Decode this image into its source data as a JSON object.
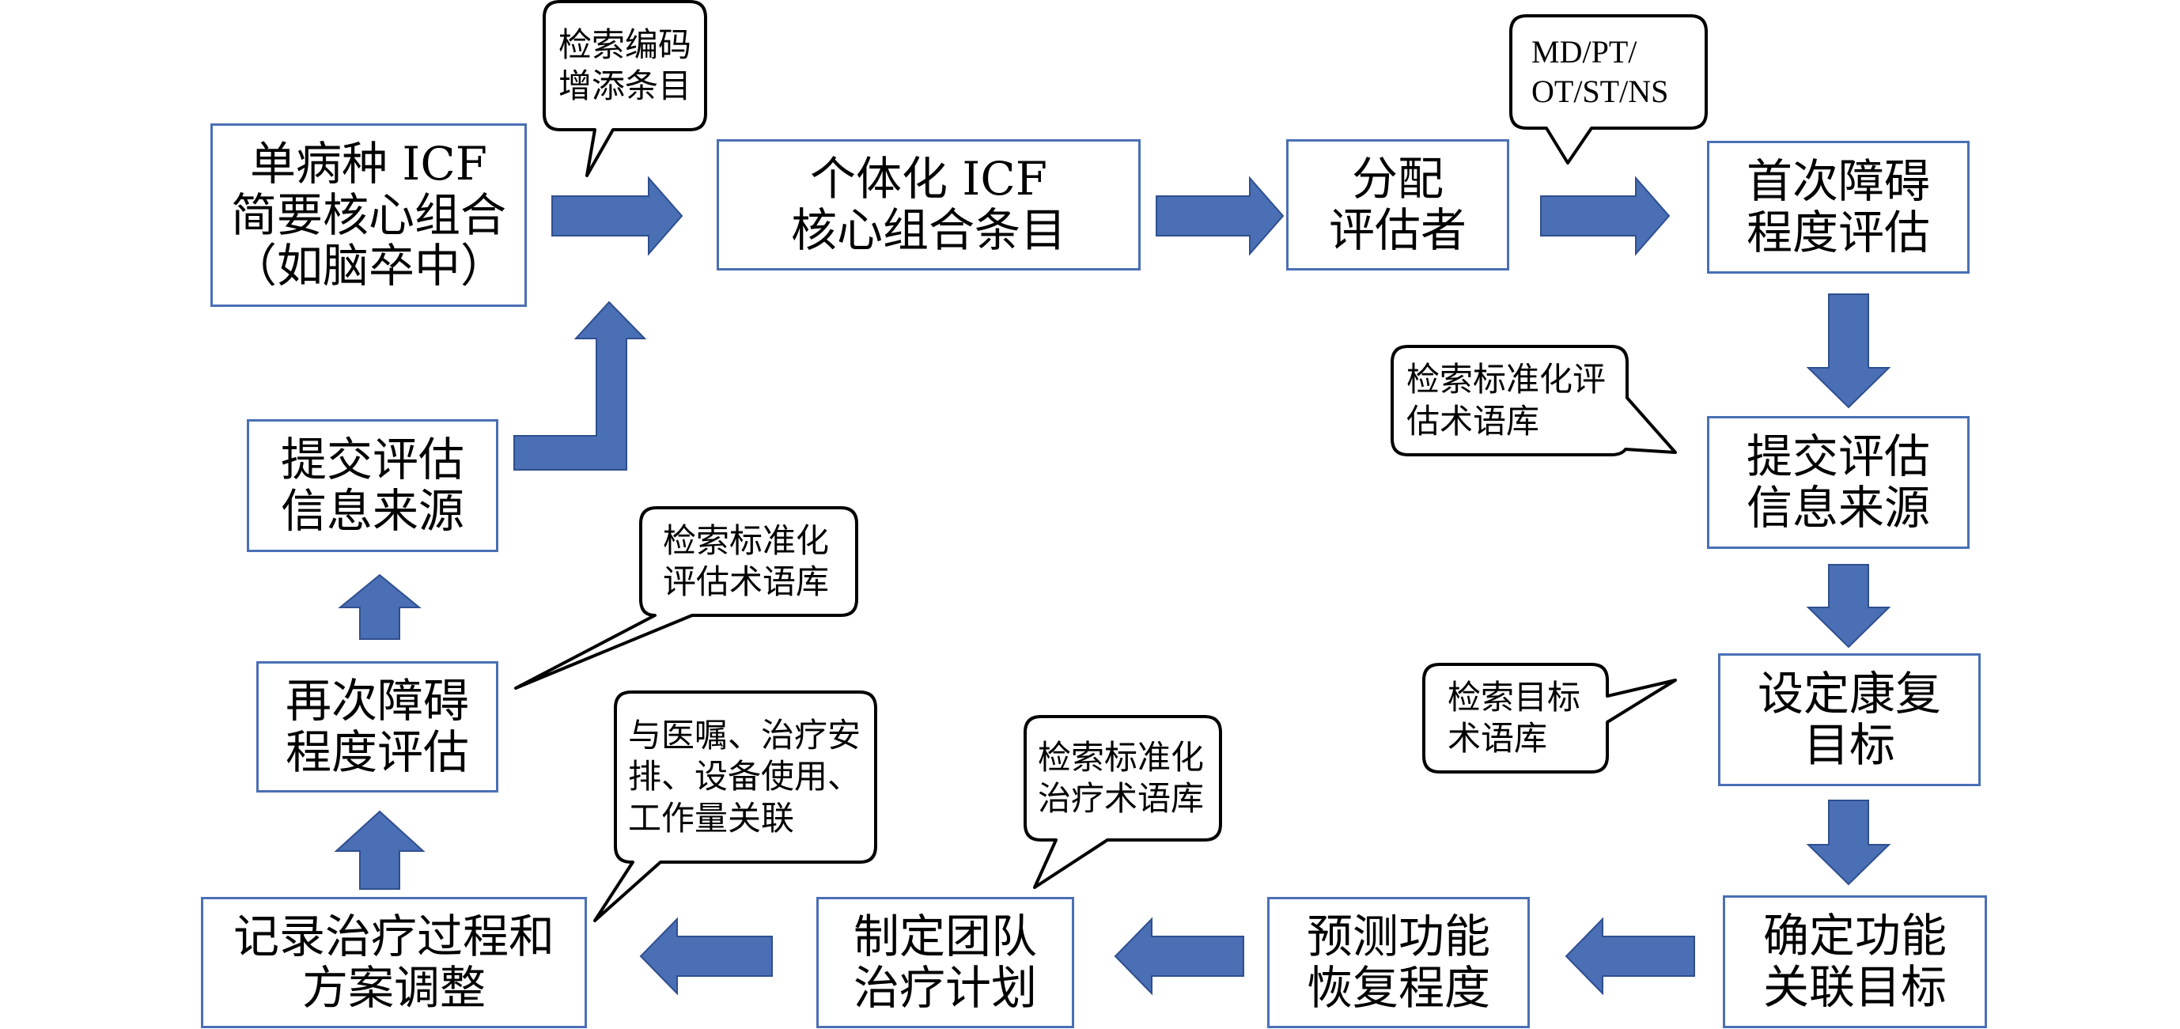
{
  "boxes": {
    "single_disease_core_set": "单病种 ICF\n简要核心组合\n（如脑卒中）",
    "individualized_core_set": "个体化 ICF\n核心组合条目",
    "assign_assessor": "分配\n评估者",
    "first_impairment_assessment": "首次障碍\n程度评估",
    "submit_source_right": "提交评估\n信息来源",
    "set_rehab_goals": "设定康复\n目标",
    "determine_function_goals": "确定功能\n关联目标",
    "predict_recovery": "预测功能\n恢复程度",
    "team_treatment_plan": "制定团队\n治疗计划",
    "record_treatment": "记录治疗过程和\n方案调整",
    "second_impairment_assessment": "再次障碍\n程度评估",
    "submit_source_left": "提交评估\n信息来源"
  },
  "bubbles": {
    "search_codes": "检索编码\n增添条目",
    "assessor_roles": "MD/PT/\nOT/ST/NS",
    "assessment_terms_right": "检索标准化评\n估术语库",
    "goal_terms": "检索目标\n术语库",
    "treatment_terms": "检索标准化\n治疗术语库",
    "orders_link": "与医嘱、治疗安\n排、设备使用、\n工作量关联",
    "assessment_terms_left": "检索标准化\n评估术语库"
  },
  "colors": {
    "arrow_fill": "#4a6fb5",
    "box_border": "#4a6fb5",
    "bubble_border": "#000000"
  }
}
